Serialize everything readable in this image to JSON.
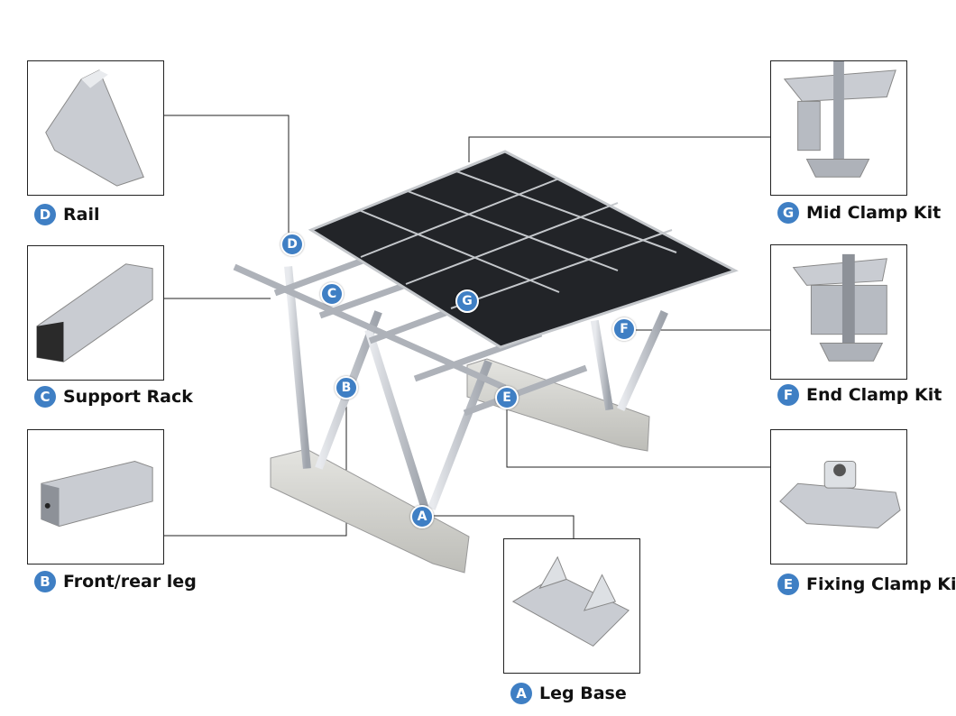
{
  "parts": {
    "rail": {
      "letter": "D",
      "label": "Rail"
    },
    "support_rack": {
      "letter": "C",
      "label": "Support Rack"
    },
    "front_rear_leg": {
      "letter": "B",
      "label": "Front/rear leg"
    },
    "leg_base": {
      "letter": "A",
      "label": "Leg Base"
    },
    "mid_clamp_kit": {
      "letter": "G",
      "label": "Mid Clamp Kit"
    },
    "end_clamp_kit": {
      "letter": "F",
      "label": "End Clamp Kit"
    },
    "fixing_clamp_kit": {
      "letter": "E",
      "label": "Fixing Clamp Kit"
    }
  },
  "colors": {
    "badge": "#3f7fc4",
    "panel": "#1c1e22",
    "aluminum": "#c9ccd2",
    "concrete": "#d6d6d2"
  }
}
